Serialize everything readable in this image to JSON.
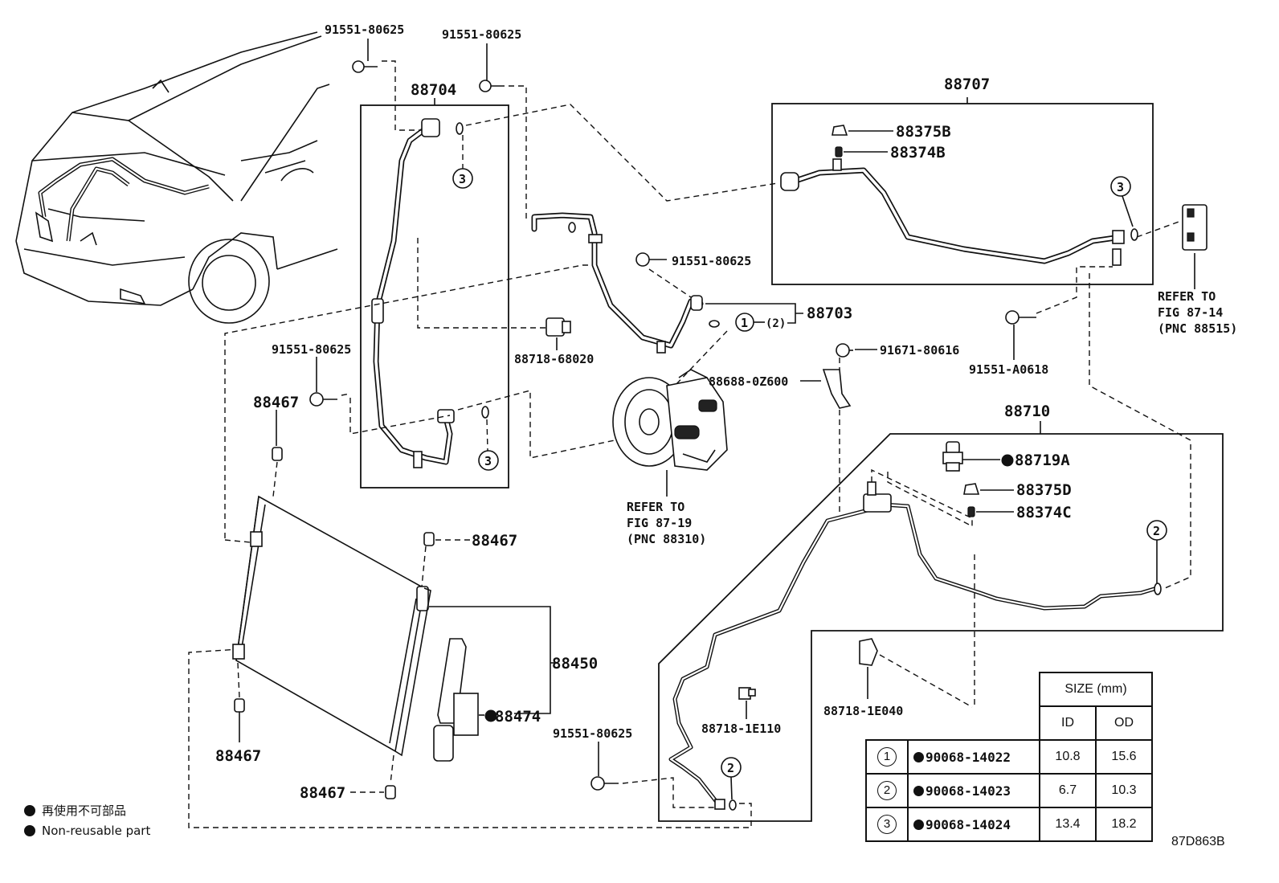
{
  "labels": {
    "bolt_91551_80625_a": "91551-80625",
    "bolt_91551_80625_b": "91551-80625",
    "bolt_91551_80625_c": "91551-80625",
    "bolt_91551_80625_d": "91551-80625",
    "bolt_91551_80625_e": "91551-80625",
    "pipe_88704": "88704",
    "pipe_88707": "88707",
    "cap_88375b": "88375B",
    "valve_88374b": "88374B",
    "pipe_88703": "88703",
    "ring_ref_88703": "(2)",
    "clamp_88718_68020": "88718-68020",
    "bolt_91551_a0618": "91551-A0618",
    "bolt_91671_80616": "91671-80616",
    "bracket_88688_0z600": "88688-0Z600",
    "refer_87_14_line1": "REFER TO",
    "refer_87_14_line2": "FIG 87-14",
    "refer_87_14_line3": "(PNC 88515)",
    "refer_87_19_line1": "REFER TO",
    "refer_87_19_line2": "FIG 87-19",
    "refer_87_19_line3": "(PNC 88310)",
    "pipe_88710": "88710",
    "switch_88719a": "88719A",
    "cap_88375d": "88375D",
    "valve_88374c": "88374C",
    "cushion_88467_a": "88467",
    "cushion_88467_b": "88467",
    "cushion_88467_c": "88467",
    "cushion_88467_d": "88467",
    "condenser_88450": "88450",
    "dryer_88474": "88474",
    "clamp_88718_1e110": "88718-1E110",
    "clamp_88718_1e040": "88718-1E040",
    "circle_1": "1",
    "circle_2": "2",
    "circle_3": "3"
  },
  "size_table": {
    "title": "SIZE (mm)",
    "col_id": "ID",
    "col_od": "OD",
    "rows": [
      {
        "ref": "1",
        "part": "90068-14022",
        "id": "10.8",
        "od": "15.6"
      },
      {
        "ref": "2",
        "part": "90068-14023",
        "id": "6.7",
        "od": "10.3"
      },
      {
        "ref": "3",
        "part": "90068-14024",
        "id": "13.4",
        "od": "18.2"
      }
    ]
  },
  "legend": {
    "line1": "再使用不可部品",
    "line2": "Non-reusable part"
  },
  "figure_code": "87D863B"
}
